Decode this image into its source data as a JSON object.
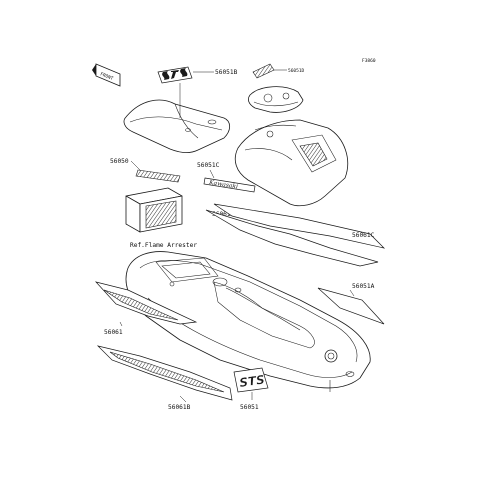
{
  "diagram_code": "F3860",
  "front_marker": "FRONT",
  "parts": {
    "p56051B": "56051B",
    "p56051D": "56051D",
    "p56050": "56050",
    "p56051C": "56051C",
    "p56061A": "56061A",
    "p56061C": "56061C",
    "p56051A": "56051A",
    "p56061": "56061",
    "p56061B": "56061B",
    "p56051": "56051"
  },
  "reference_note": "Ref.Flame Arrester",
  "decal_text": {
    "sts": "STS",
    "kawasaki": "Kawasaki"
  }
}
